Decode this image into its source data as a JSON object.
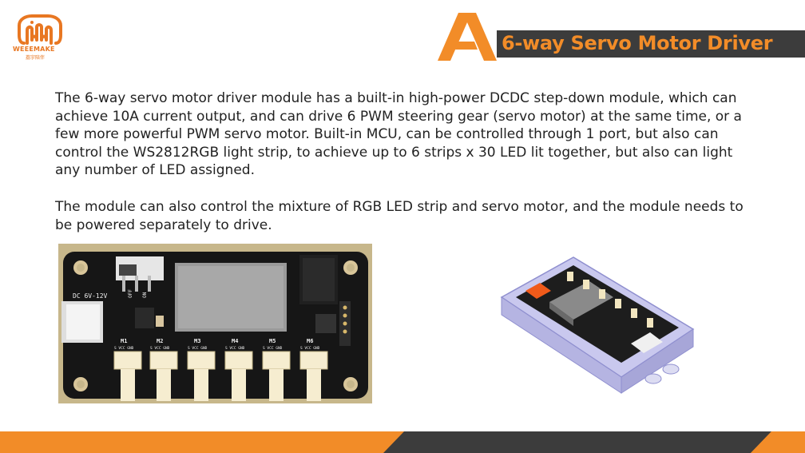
{
  "brand": {
    "name": "WEEEMAKE",
    "tagline": "荔宇陪伴",
    "color": "#E87722"
  },
  "header": {
    "title": "6-way Servo Motor Driver",
    "bar_color": "#3c3c3c",
    "accent_color": "#F28C28"
  },
  "content": {
    "paragraph_1": "The 6-way servo motor driver module has a built-in high-power DCDC step-down module, which can achieve 10A current output, and can drive 6 PWM steering gear (servo motor) at the same time, or a few more powerful PWM servo motor. Built-in MCU, can be controlled through 1 port, but also can control the WS2812RGB light strip, to achieve up to 6 strips x 30 LED lit together, but also can light any number of LED assigned.",
    "paragraph_2": "The module can also control the mixture of RGB LED strip and servo motor, and the module needs to be powered separately to drive."
  },
  "board_labels": {
    "power": "DC 6V-12V",
    "off": "OFF",
    "on": "ON",
    "pins": "S VCC GND",
    "ports": [
      "M1",
      "M2",
      "M3",
      "M4",
      "M5",
      "M6"
    ]
  }
}
